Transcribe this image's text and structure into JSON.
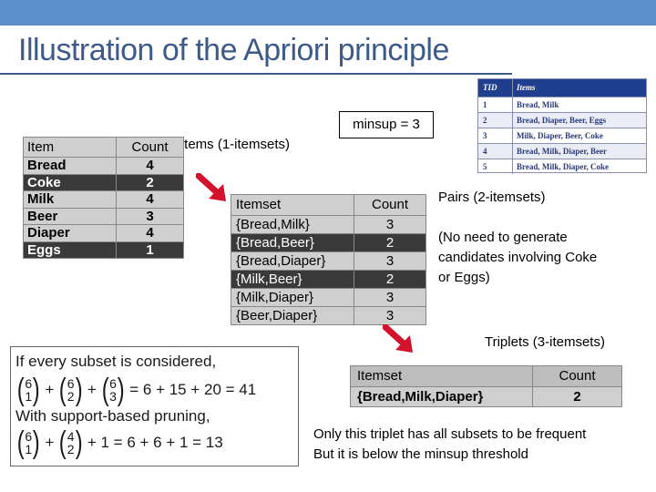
{
  "slide": {
    "title": "Illustration of the Apriori principle",
    "accent_color": "#3d5a8a",
    "arrow_color": "#d3122b"
  },
  "transactions": {
    "headers": [
      "TID",
      "Items"
    ],
    "rows": [
      [
        "1",
        "Bread, Milk"
      ],
      [
        "2",
        "Bread, Diaper, Beer, Eggs"
      ],
      [
        "3",
        "Milk, Diaper, Beer, Coke"
      ],
      [
        "4",
        "Bread, Milk, Diaper, Beer"
      ],
      [
        "5",
        "Bread, Milk, Diaper, Coke"
      ]
    ]
  },
  "minsup_label": "minsup = 3",
  "items_caption": "Items (1-itemsets)",
  "items_table": {
    "headers": [
      "Item",
      "Count"
    ],
    "rows": [
      {
        "item": "Bread",
        "count": "4",
        "pruned": false
      },
      {
        "item": "Coke",
        "count": "2",
        "pruned": true
      },
      {
        "item": "Milk",
        "count": "4",
        "pruned": false
      },
      {
        "item": "Beer",
        "count": "3",
        "pruned": false
      },
      {
        "item": "Diaper",
        "count": "4",
        "pruned": false
      },
      {
        "item": "Eggs",
        "count": "1",
        "pruned": true
      }
    ]
  },
  "pairs_caption": "Pairs (2-itemsets)",
  "pairs_note": [
    "(No need to generate",
    "candidates involving Coke",
    "or Eggs)"
  ],
  "pairs_table": {
    "headers": [
      "Itemset",
      "Count"
    ],
    "rows": [
      {
        "itemset": "{Bread,Milk}",
        "count": "3",
        "pruned": false
      },
      {
        "itemset": "{Bread,Beer}",
        "count": "2",
        "pruned": true
      },
      {
        "itemset": "{Bread,Diaper}",
        "count": "3",
        "pruned": false
      },
      {
        "itemset": "{Milk,Beer}",
        "count": "2",
        "pruned": true
      },
      {
        "itemset": "{Milk,Diaper}",
        "count": "3",
        "pruned": false
      },
      {
        "itemset": "{Beer,Diaper}",
        "count": "3",
        "pruned": false
      }
    ]
  },
  "triplets_caption": "Triplets (3-itemsets)",
  "triplets_table": {
    "headers": [
      "Itemset",
      "Count"
    ],
    "rows": [
      {
        "itemset": "{Bread,Milk,Diaper}",
        "count": "2"
      }
    ]
  },
  "triplets_note": [
    "Only this triplet has all subsets to be frequent",
    "But it is below the minsup threshold"
  ],
  "formula": {
    "line1": "If every subset is considered,",
    "line2_binoms": [
      [
        "6",
        "1"
      ],
      [
        "6",
        "2"
      ],
      [
        "6",
        "3"
      ]
    ],
    "line2_result": "= 6 + 15 + 20 = 41",
    "line3": "With support-based pruning,",
    "line4_binoms": [
      [
        "6",
        "1"
      ],
      [
        "4",
        "2"
      ]
    ],
    "line4_result": "+ 1 = 6 + 6 + 1 = 13"
  }
}
